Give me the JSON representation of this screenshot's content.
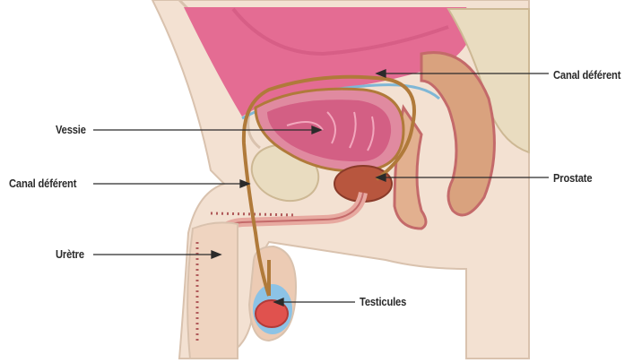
{
  "labels": {
    "canal_deferent_top": "Canal déférent",
    "vessie": "Vessie",
    "canal_deferent_left": "Canal déférent",
    "prostate": "Prostate",
    "uretre": "Urètre",
    "testicules": "Testicules"
  },
  "colors": {
    "skin": "#f3e1d2",
    "skin_outline": "#d9c2ae",
    "bladder_outer": "#e08aa0",
    "bladder_inner": "#d35f84",
    "duct": "#b07a3a",
    "prostate": "#b8563e",
    "rectum": "#d9a27e",
    "pelvis": "#e9dcc0",
    "testis": "#e0524e",
    "scrotum_fluid": "#8cc3e6",
    "line": "#2b2b2b"
  }
}
